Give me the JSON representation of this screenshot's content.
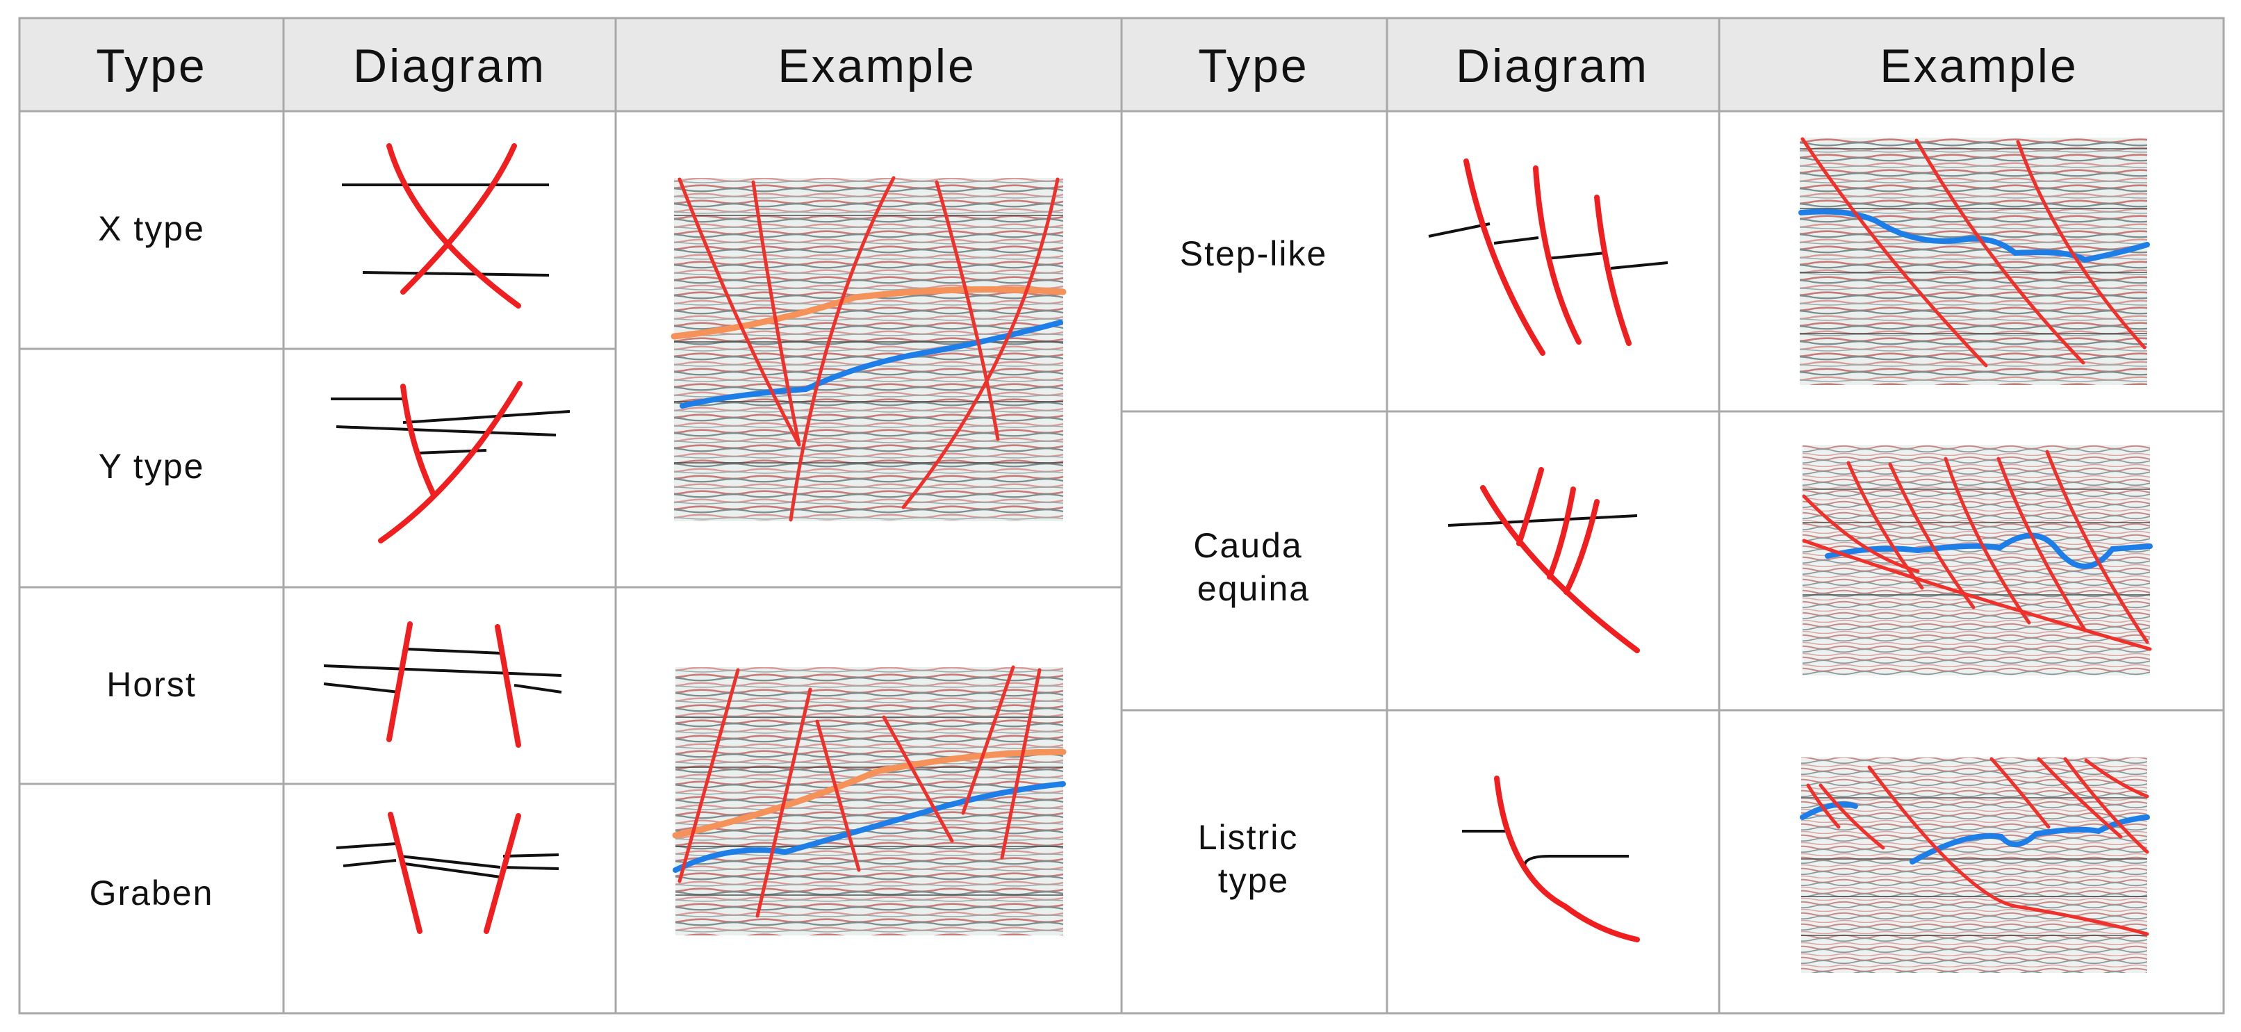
{
  "columns": {
    "left": [
      "Type",
      "Diagram",
      "Example"
    ],
    "right": [
      "Type",
      "Diagram",
      "Example"
    ]
  },
  "rows_left": [
    {
      "label_lines": [
        "X type"
      ]
    },
    {
      "label_lines": [
        "Y type"
      ]
    },
    {
      "label_lines": [
        "Horst"
      ]
    },
    {
      "label_lines": [
        "Graben"
      ]
    }
  ],
  "rows_right": [
    {
      "label_lines": [
        "Step-like"
      ]
    },
    {
      "label_lines": [
        "Cauda",
        "equina"
      ]
    },
    {
      "label_lines": [
        "Listric",
        "type"
      ]
    }
  ],
  "colors": {
    "fault": "#f01e1e",
    "horizon_blue": "#1e7ee8",
    "horizon_orange": "#f4925a",
    "header_bg": "#e8e8e8",
    "grid": "#a8a8a8"
  }
}
